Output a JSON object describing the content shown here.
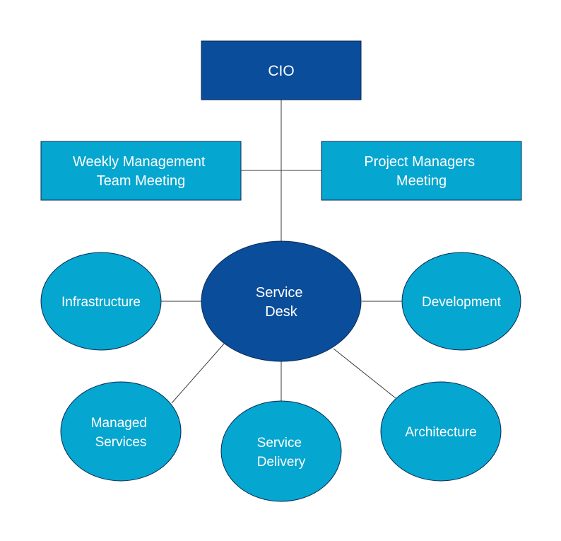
{
  "colors": {
    "dark_blue": "#0a4d9a",
    "light_blue": "#05a6cf",
    "connector": "#3a3a3a",
    "text": "#ffffff"
  },
  "nodes": {
    "cio": {
      "lines": [
        "CIO"
      ]
    },
    "weekly_meeting": {
      "lines": [
        "Weekly Management",
        "Team Meeting"
      ]
    },
    "pm_meeting": {
      "lines": [
        "Project Managers",
        "Meeting"
      ]
    },
    "service_desk": {
      "lines": [
        "Service",
        "Desk"
      ]
    },
    "infrastructure": {
      "lines": [
        "Infrastructure"
      ]
    },
    "development": {
      "lines": [
        "Development"
      ]
    },
    "managed_services": {
      "lines": [
        "Managed",
        "Services"
      ]
    },
    "service_delivery": {
      "lines": [
        "Service",
        "Delivery"
      ]
    },
    "architecture": {
      "lines": [
        "Architecture"
      ]
    }
  }
}
